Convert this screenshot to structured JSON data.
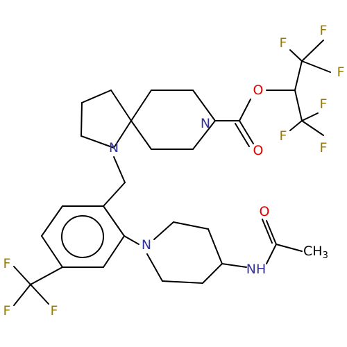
{
  "colors": {
    "bond": "#000000",
    "N": "#33339a",
    "O": "#e00000",
    "F": "#9a7a00",
    "C": "#000000"
  },
  "labels": {
    "f1": "F",
    "f2": "F",
    "f3": "F",
    "f4": "F",
    "f5": "F",
    "f6": "F",
    "f7": "F",
    "f8": "F",
    "f9": "F",
    "o_ester": "O",
    "o_carbonyl": "O",
    "o_amide": "O",
    "n_pyrrolidine": "N",
    "n_piperidine_spiro": "N",
    "n_piperidine_aryl": "N",
    "nh_amide": "NH",
    "ch3": "CH",
    "ch3_sub": "3"
  }
}
